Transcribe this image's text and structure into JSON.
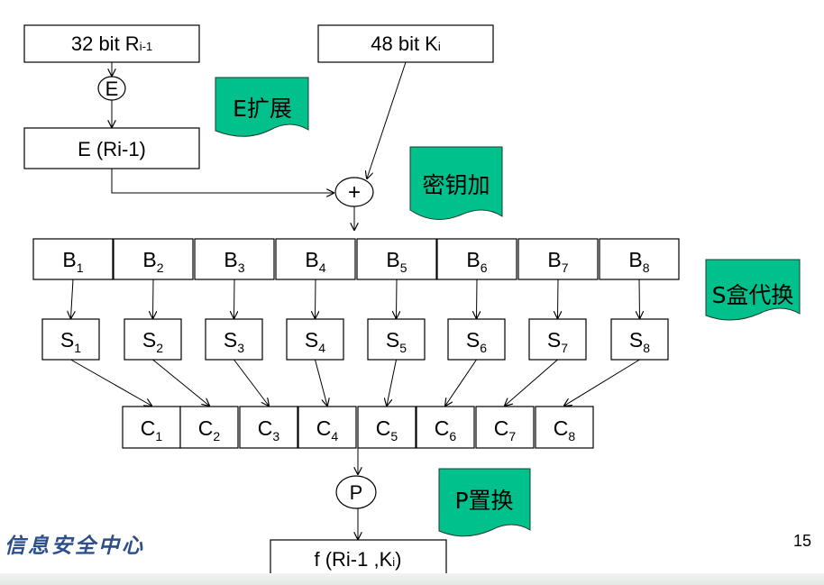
{
  "inputs": {
    "r_main": "32 bit R",
    "r_sub": "i-1",
    "k_main": "48 bit K",
    "k_sub": "i"
  },
  "expansion": {
    "circle_label": "E",
    "box_label": "E (Ri-1)"
  },
  "xor_symbol": "+",
  "b_boxes": [
    {
      "main": "B",
      "sub": "1"
    },
    {
      "main": "B",
      "sub": "2"
    },
    {
      "main": "B",
      "sub": "3"
    },
    {
      "main": "B",
      "sub": "4"
    },
    {
      "main": "B",
      "sub": "5"
    },
    {
      "main": "B",
      "sub": "6"
    },
    {
      "main": "B",
      "sub": "7"
    },
    {
      "main": "B",
      "sub": "8"
    }
  ],
  "s_boxes": [
    {
      "main": "S",
      "sub": "1"
    },
    {
      "main": "S",
      "sub": "2"
    },
    {
      "main": "S",
      "sub": "3"
    },
    {
      "main": "S",
      "sub": "4"
    },
    {
      "main": "S",
      "sub": "5"
    },
    {
      "main": "S",
      "sub": "6"
    },
    {
      "main": "S",
      "sub": "7"
    },
    {
      "main": "S",
      "sub": "8"
    }
  ],
  "c_boxes": [
    {
      "main": "C",
      "sub": "1"
    },
    {
      "main": "C",
      "sub": "2"
    },
    {
      "main": "C",
      "sub": "3"
    },
    {
      "main": "C",
      "sub": "4"
    },
    {
      "main": "C",
      "sub": "5"
    },
    {
      "main": "C",
      "sub": "6"
    },
    {
      "main": "C",
      "sub": "7"
    },
    {
      "main": "C",
      "sub": "8"
    }
  ],
  "permutation": {
    "circle_label": "P"
  },
  "output": {
    "main": "f (Ri-1 ,K",
    "sub": "i",
    "close": ")"
  },
  "flags": {
    "e_expand": "E扩展",
    "key_add": "密钥加",
    "sbox_sub": "S盒代换",
    "p_perm": "P置换"
  },
  "footer": {
    "watermark": "信息安全中心",
    "page_number": "15"
  },
  "colors": {
    "flag_fill": "#00c08b",
    "watermark": "#2c4f8c",
    "stroke": "#000000"
  }
}
